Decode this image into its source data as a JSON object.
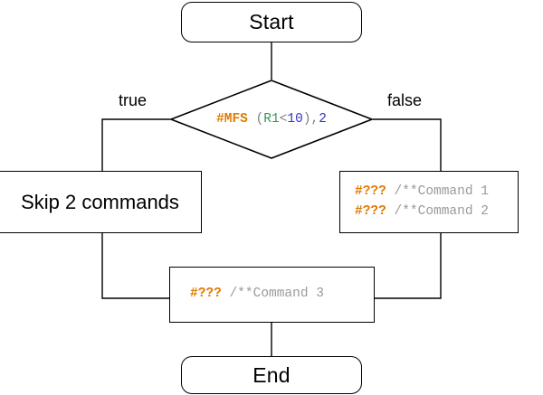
{
  "diagram": {
    "title": "MFS conditional skip flowchart",
    "colors": {
      "directive": "#E07B00",
      "comment": "#9a9a9a",
      "register": "#2E9B52",
      "number": "#3333CC",
      "punctuation": "#808080",
      "stroke": "#000000",
      "background": "#ffffff"
    },
    "nodes": {
      "start": {
        "label": "Start",
        "shape": "terminator"
      },
      "decision": {
        "shape": "diamond",
        "tokens": {
          "directive": "#MFS",
          "space": " ",
          "open_paren": "(",
          "register": "R1",
          "operator": "<",
          "number": "10",
          "close_paren_comma": "),",
          "operand": "2"
        },
        "text": "#MFS (R1<10),2"
      },
      "skip": {
        "label": "Skip 2 commands",
        "shape": "process"
      },
      "commands_12": {
        "shape": "process",
        "lines": [
          {
            "directive": "#???",
            "comment": " /**Command 1"
          },
          {
            "directive": "#???",
            "comment": " /**Command 2"
          }
        ]
      },
      "command_3": {
        "shape": "process",
        "lines": [
          {
            "directive": "#???",
            "comment": " /**Command 3"
          }
        ]
      },
      "end": {
        "label": "End",
        "shape": "terminator"
      }
    },
    "edge_labels": {
      "true": "true",
      "false": "false"
    }
  }
}
